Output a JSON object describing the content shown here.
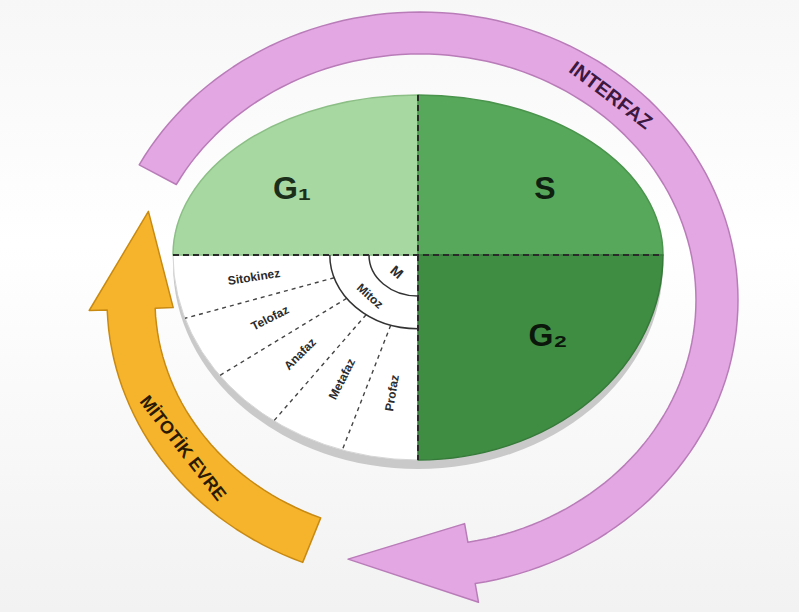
{
  "diagram": {
    "nodes": [
      {
        "text": [
          "G₁"
        ]
      },
      {
        "text": [
          "S"
        ]
      },
      {
        "text": [
          "G₂"
        ]
      },
      {
        "text": [
          "INTERFAZ"
        ]
      },
      {
        "text": [
          "MİTOTİK EVRE"
        ]
      }
    ],
    "labels": [
      "M",
      "Mitoz",
      "Sitokinez",
      "Telofaz",
      "Anafaz",
      "Metafaz",
      "Profaz"
    ]
  }
}
